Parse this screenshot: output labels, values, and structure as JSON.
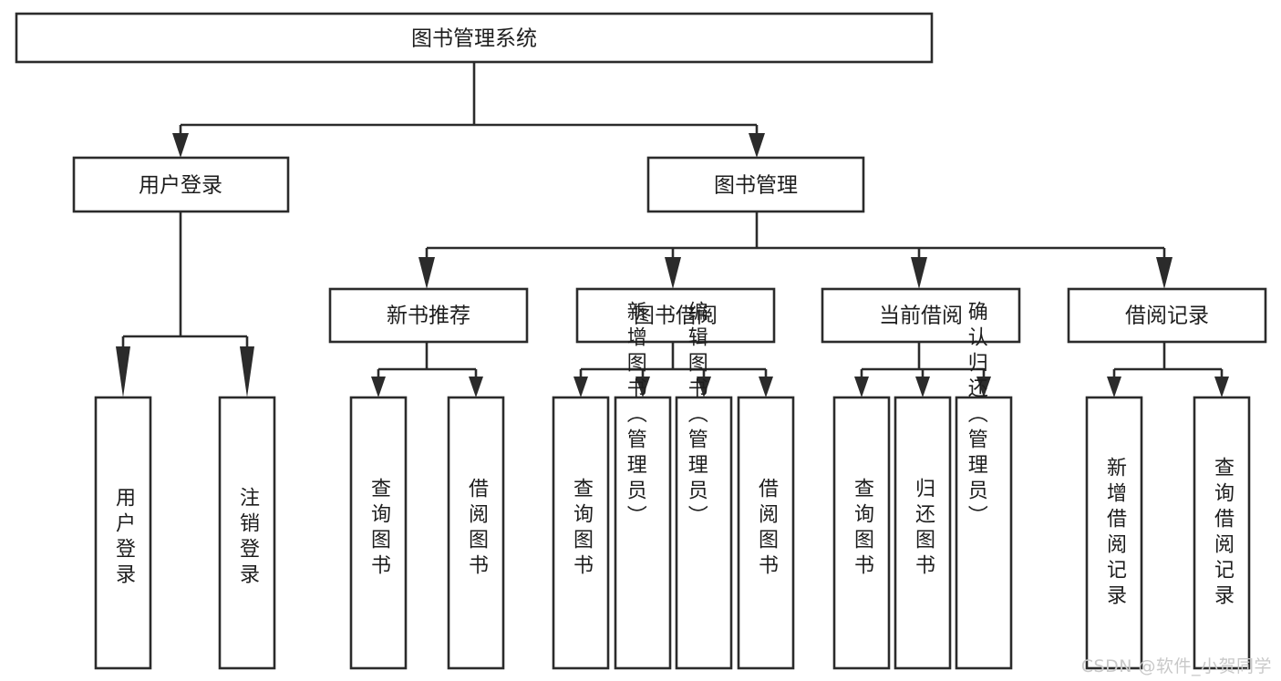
{
  "diagram": {
    "title": "图书管理系统",
    "type": "tree-hierarchy-chart",
    "watermark": "CSDN @软件_小贺同学",
    "colors": {
      "stroke": "#2b2b2b",
      "fill": "#ffffff",
      "text": "#1d1d1d",
      "watermark": "#c9c9c9"
    },
    "root": {
      "label": "图书管理系统"
    },
    "level2": [
      {
        "label": "用户登录"
      },
      {
        "label": "图书管理"
      }
    ],
    "level3": [
      {
        "label": "新书推荐"
      },
      {
        "label": "图书借阅"
      },
      {
        "label": "当前借阅"
      },
      {
        "label": "借阅记录"
      }
    ],
    "leaves": {
      "user_login": [
        {
          "label": "用户登录"
        },
        {
          "label": "注销登录"
        }
      ],
      "new_book_recommend": [
        {
          "label": "查询图书"
        },
        {
          "label": "借阅图书"
        }
      ],
      "book_borrow": [
        {
          "label": "查询图书"
        },
        {
          "label": "新增图书（管理员）"
        },
        {
          "label": "编辑图书（管理员）"
        },
        {
          "label": "借阅图书"
        }
      ],
      "current_borrow": [
        {
          "label": "查询图书"
        },
        {
          "label": "归还图书"
        },
        {
          "label": "确认归还（管理员）"
        }
      ],
      "borrow_record": [
        {
          "label": "新增借阅记录"
        },
        {
          "label": "查询借阅记录"
        }
      ]
    }
  }
}
